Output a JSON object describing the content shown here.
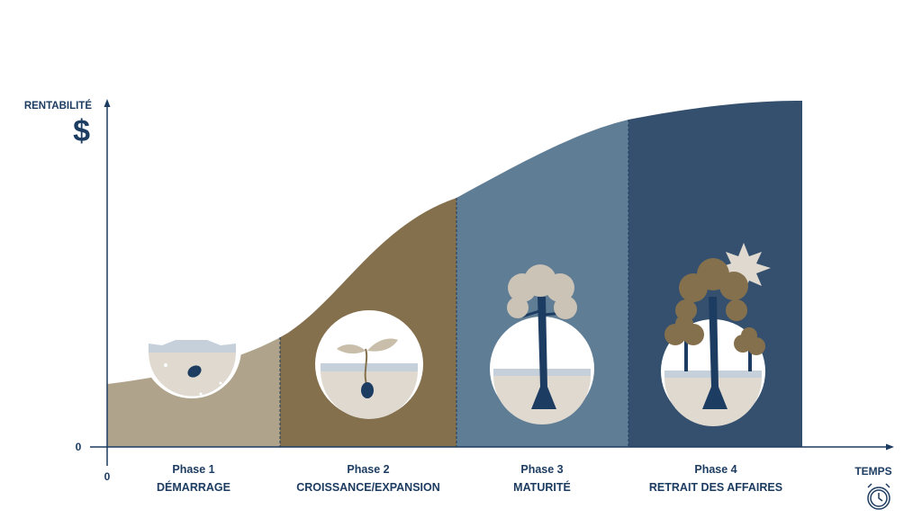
{
  "y_axis": {
    "label": "RENTABILITÉ",
    "symbol": "$",
    "zero": "0"
  },
  "x_axis": {
    "label": "TEMPS",
    "zero": "0",
    "icon": "alarm-clock-icon"
  },
  "phases": [
    {
      "number": "Phase 1",
      "name": "DÉMARRAGE",
      "color": "#afa38b",
      "illustration": "seed-icon"
    },
    {
      "number": "Phase 2",
      "name": "CROISSANCE/EXPANSION",
      "color": "#84704d",
      "illustration": "sprout-icon"
    },
    {
      "number": "Phase 3",
      "name": "MATURITÉ",
      "color": "#5f7d95",
      "illustration": "tree-icon"
    },
    {
      "number": "Phase 4",
      "name": "RETRAIT DES AFFAIRES",
      "color": "#34506e",
      "illustration": "forest-sun-icon"
    }
  ],
  "colors": {
    "axis": "#1d3c61",
    "soil": "#dfd9cf",
    "grass": "#c5d0db"
  }
}
